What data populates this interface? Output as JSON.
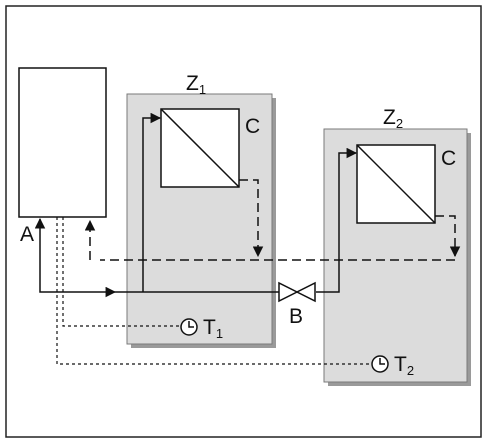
{
  "colors": {
    "zone_fill": "#dcdcdc",
    "zone_shadow": "#9a9a9a",
    "line": "#111111",
    "background": "#ffffff"
  },
  "labels": {
    "zone1": {
      "main": "Z",
      "sub": "1"
    },
    "zone2": {
      "main": "Z",
      "sub": "2"
    },
    "coil1": "C",
    "coil2": "C",
    "supply": "A",
    "valve": "B",
    "thermostat1": {
      "main": "T",
      "sub": "1"
    },
    "thermostat2": {
      "main": "T",
      "sub": "2"
    }
  },
  "icons": {
    "valve": "bowtie-valve-icon",
    "thermostat": "clock-thermostat-icon",
    "coil": "diagonal-heat-exchanger-icon"
  }
}
